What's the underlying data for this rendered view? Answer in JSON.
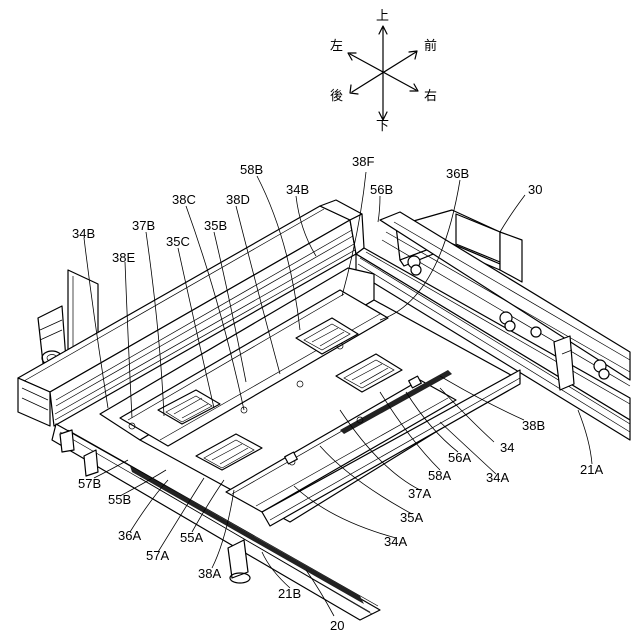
{
  "compass": {
    "up": "上",
    "down": "下",
    "left": "左",
    "right": "右",
    "front": "前",
    "back": "後"
  },
  "labels": {
    "l30": "30",
    "l58B": "58B",
    "l38F": "38F",
    "l36B": "36B",
    "l34B_top": "34B",
    "l56B": "56B",
    "l38C": "38C",
    "l38D": "38D",
    "l37B": "37B",
    "l35C": "35C",
    "l35B": "35B",
    "l34B_left": "34B",
    "l38E": "38E",
    "l38B": "38B",
    "l34": "34",
    "l56A": "56A",
    "l58A": "58A",
    "l34A_right": "34A",
    "l21A": "21A",
    "l37A": "37A",
    "l35A": "35A",
    "l34A_bottom": "34A",
    "l57B": "57B",
    "l55B": "55B",
    "l36A": "36A",
    "l57A": "57A",
    "l55A": "55A",
    "l38A": "38A",
    "l21B": "21B",
    "l20": "20"
  }
}
